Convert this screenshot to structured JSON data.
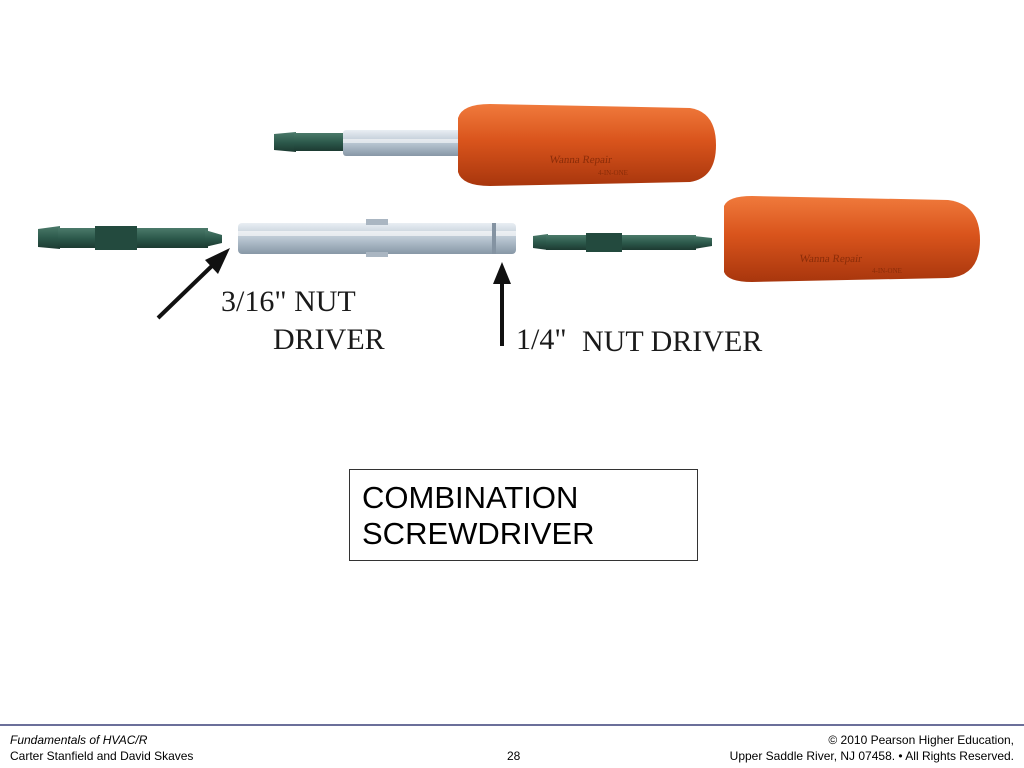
{
  "figure": {
    "label_three_sixteenths_line1": "3/16\" NUT",
    "label_three_sixteenths_line2": "DRIVER",
    "label_quarter_size": "1/4\"",
    "label_quarter_text": "NUT DRIVER",
    "handle_colors": {
      "orange": "#d9541c",
      "orange_dark": "#a8360d"
    },
    "shaft_color": "#c9d3dc",
    "bit_color": "#2d5a4c"
  },
  "callout": {
    "line1": "COMBINATION",
    "line2": "SCREWDRIVER"
  },
  "footer": {
    "book_title": "Fundamentals of HVAC/R",
    "authors": "Carter Stanfield and David Skaves",
    "page_number": "28",
    "copyright_line1": "© 2010 Pearson Higher Education,",
    "copyright_line2": "Upper Saddle River, NJ 07458. • All Rights Reserved."
  }
}
